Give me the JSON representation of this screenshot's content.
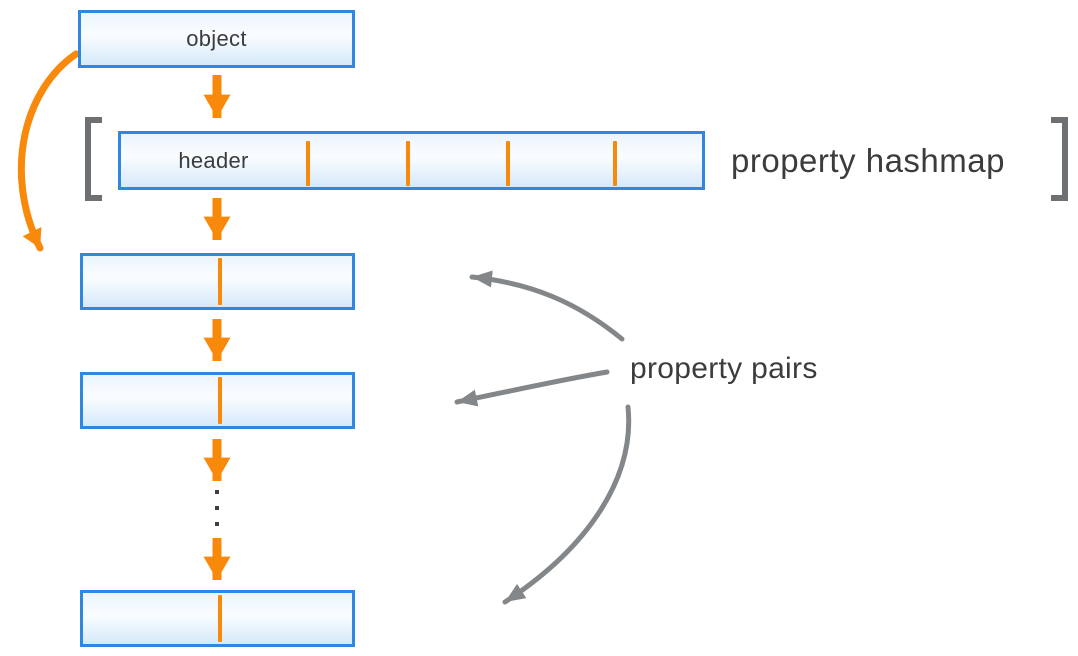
{
  "diagram": {
    "object_box": {
      "label": "object"
    },
    "hashmap_row": {
      "label": "header",
      "caption": "property hashmap",
      "slot_divider_count": 4
    },
    "pairs": {
      "caption": "property pairs",
      "box_count": 3
    },
    "colors": {
      "box_border_blue": "#2F87E0",
      "box_fill_top": "#EBF4FD",
      "box_fill_bottom": "#D6E9FA",
      "accent_orange": "#F8890B",
      "pointer_gray": "#84878A",
      "bracket_gray": "#6E7174",
      "text_dark": "#3B3C3E"
    }
  }
}
